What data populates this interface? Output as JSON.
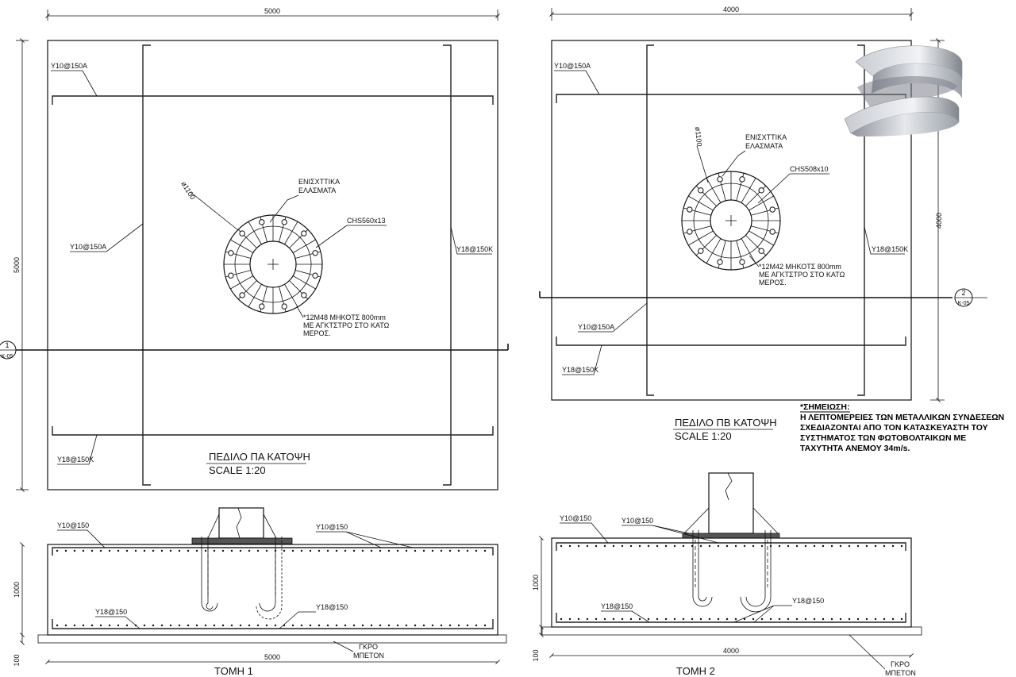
{
  "plan_pa": {
    "dim_top": "5000",
    "dim_left": "5000",
    "rebar_top": "Y10@150A",
    "rebar_mid": "Y10@150A",
    "rebar_right": "Y18@150K",
    "rebar_bottom": "Y18@150K",
    "diameter": "ø1100",
    "stiffeners_line1": "ΕΝΙΣΧΤΤΙΚΑ",
    "stiffeners_line2": "ΕΛΑΣΜΑΤΑ",
    "chs": "CHS560x13",
    "bolts_line1": "*12M48  ΜΗΚΟΤΣ  800mm",
    "bolts_line2": "ΜΕ  ΑΓΚΤΣΤΡΟ  ΣΤΟ  ΚΑΤΩ",
    "bolts_line3": "ΜΕΡΟΣ.",
    "title": "ΠΕΔΙΛΟ  ΠΑ  ΚΑΤΟΨΗ",
    "scale": "SCALE  1:20",
    "section_no": "1",
    "section_sheet": "K-05"
  },
  "plan_pb": {
    "dim_top": "4000",
    "dim_right": "4000",
    "rebar_top": "Y10@150A",
    "rebar_mid": "Y10@150A",
    "rebar_right": "Y18@150K",
    "rebar_bottom": "Y18@150K",
    "diameter": "ø1100",
    "stiffeners_line1": "ΕΝΙΣΧΤΤΙΚΑ",
    "stiffeners_line2": "ΕΛΑΣΜΑΤΑ",
    "chs": "CHS508x10",
    "bolts_line1": "*12M42  ΜΗΚΟΤΣ  800mm",
    "bolts_line2": "ΜΕ  ΑΓΚΤΣΤΡΟ  ΣΤΟ  ΚΑΤΩ",
    "bolts_line3": "ΜΕΡΟΣ.",
    "title": "ΠΕΔΙΛΟ  ΠΒ  ΚΑΤΟΨΗ",
    "scale": "SCALE  1:20",
    "section_no": "2",
    "section_sheet": "K-05"
  },
  "note": {
    "heading": "*ΣΗΜΕΙΩΣΗ:",
    "line1": "Η ΛΕΠΤΟΜΕΡΕΙΕΣ ΤΩΝ ΜΕΤΑΛΛΙΚΩΝ ΣΥΝΔΕΣΕΩΝ",
    "line2": "ΣΧΕΔΙΑΖΟΝΤΑΙ ΑΠΟ ΤΟΝ ΚΑΤΑΣΚΕΥΑΣΤΗ ΤΟΥ",
    "line3": "ΣΥΣΤΗΜΑΤΟΣ ΤΩΝ ΦΩΤΟΒΟΛΤΑΙΚΩΝ ΜΕ",
    "line4": "ΤΑΧΥΤΗΤΑ ΑΝΕΜΟΥ 34m/s."
  },
  "section_1": {
    "rebar_top_left": "Y10@150",
    "rebar_top_right": "Y10@150",
    "rebar_bottom_left": "Y18@150",
    "rebar_bottom_right": "Y18@150",
    "dim_height": "1000",
    "dim_base": "100",
    "dim_width": "5000",
    "blinding_line1": "ΓΚΡΟ",
    "blinding_line2": "ΜΠΕΤΟΝ",
    "title": "ΤΟΜΗ 1"
  },
  "section_2": {
    "rebar_top_left": "Y10@150",
    "rebar_top_center": "Y10@150",
    "rebar_bottom_left": "Y18@150",
    "rebar_bottom_right": "Y18@150",
    "dim_height": "1000",
    "dim_base": "100",
    "dim_width": "4000",
    "blinding_line1": "ΓΚΡΟ",
    "blinding_line2": "ΜΠΕΤΟΝ",
    "title": "ΤΟΜΗ 2"
  },
  "colors": {
    "line": "#111111",
    "logo_light": "#e6e8ec",
    "logo_dark": "#8e939a"
  },
  "icons": {
    "logo": "spiral-ribbon-logo"
  }
}
